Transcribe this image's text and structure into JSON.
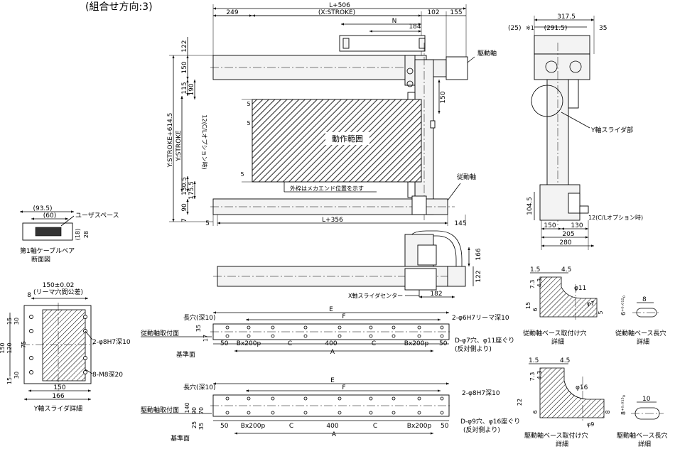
{
  "title": "(組合せ方向:3)",
  "main_view": {
    "top_dims": {
      "overall": "L+506",
      "stroke": "(X:STROKE)",
      "left": "249",
      "right1": "102",
      "right2": "155",
      "n": "N",
      "d184": "184"
    },
    "left_dims": {
      "overall": "Y:STROKE+614.5",
      "stroke": "Y:STROKE",
      "d122": "122",
      "d150": "150",
      "d115": "115",
      "d190": "190",
      "option": "12(C/Lオプション時)",
      "d130_5": "130.5",
      "d175_5": "175.5",
      "d90": "90",
      "d7": "7"
    },
    "small_dims": {
      "five_a": "5",
      "five_b": "5",
      "five_c": "5",
      "d150_right": "150"
    },
    "bottom_dims": {
      "left": "5",
      "overall": "L+356",
      "right": "145"
    },
    "labels": {
      "drive_shaft": "駆動軸",
      "driven_shaft": "従動軸",
      "range": "動作範囲",
      "note": "外枠はメカエンド位置を示す"
    }
  },
  "side_view": {
    "dims": {
      "overall": "317.5",
      "d25": "(25)",
      "mark": "※1",
      "d291_5": "(291.5)",
      "d35": "35",
      "d104_5": "104.5",
      "option": "12(C/Lオプション時)",
      "d150": "150",
      "d130": "130",
      "d205": "205",
      "d280": "280"
    },
    "label_slider": "Y軸スライダ部"
  },
  "cable_section": {
    "d93_5": "(93.5)",
    "d60": "(60)",
    "label": "ユーザスペース",
    "d18": "(18)",
    "d28": "28",
    "caption1": "第1軸ケーブルベア",
    "caption2": "断面図"
  },
  "bottom_view": {
    "d166": "166",
    "d122": "122",
    "d182": "182",
    "label_center": "X軸スライダセンター"
  },
  "y_slider": {
    "dim_top": "150±0.02",
    "dim_top_note": "(リーマ穴間公差)",
    "d8": "8",
    "d15a": "15",
    "d30a": "30",
    "d150": "150",
    "d120": "120",
    "d75": "75",
    "d30b": "30",
    "d15b": "15",
    "bottom1": "150",
    "bottom2": "166",
    "label_pin": "2-φ8H7深10",
    "label_tap": "8-M8深20",
    "caption": "Y軸スライダ詳細"
  },
  "base1": {
    "e": "E",
    "f": "F",
    "slot": "長穴(深10)",
    "pin": "2-φ6H7リーマ深10",
    "mount": "従動軸取付面",
    "d35": "35",
    "d17": "17",
    "d50a": "50",
    "bx1": "Bx200p",
    "c1": "C",
    "d400": "400",
    "c2": "C",
    "bx2": "Bx200p",
    "d50b": "50",
    "a": "A",
    "ref": "基準面",
    "hole1": "D-φ7穴、φ11座ぐり",
    "hole2": "(反対側より)"
  },
  "base2": {
    "e": "E",
    "f": "F",
    "slot": "長穴(深10)",
    "pin": "2-φ8H7深10",
    "mount": "駆動軸取付面",
    "d140": "140",
    "d90": "90",
    "d70": "70",
    "d25": "25",
    "d35": "35",
    "d50a": "50",
    "bx1": "Bx200p",
    "c1": "C",
    "d400": "400",
    "c2": "C",
    "bx2": "Bx200p",
    "d50b": "50",
    "a": "A",
    "ref": "基準面",
    "hole1": "D-φ9穴、φ16座ぐり",
    "hole2": "(反対側より)"
  },
  "det1": {
    "d1_5": "1.5",
    "d4_5": "4.5",
    "d7_3": "7.3",
    "d4_3": "4.3",
    "phi11": "φ11",
    "d15": "15",
    "d6": "6",
    "phi7": "φ7",
    "d5": "5",
    "caption1": "従動軸ベース取付け穴",
    "caption2": "詳細"
  },
  "det2": {
    "d8": "8",
    "tol": "6⁺⁰·⁰¹²₀",
    "caption1": "従動軸ベース長穴",
    "caption2": "詳細"
  },
  "det3": {
    "d1_5": "1.5",
    "d4_5": "4.5",
    "d7_3": "7.3",
    "d4_3": "4.3",
    "phi16": "φ16",
    "d22": "22",
    "d6": "6",
    "phi9": "φ9",
    "d8": "8",
    "caption1": "駆動軸ベース取付け穴",
    "caption2": "詳細"
  },
  "det4": {
    "d10": "10",
    "tol": "8⁺⁰·⁰¹⁵₀",
    "caption1": "駆動軸ベース長穴",
    "caption2": "詳細"
  }
}
